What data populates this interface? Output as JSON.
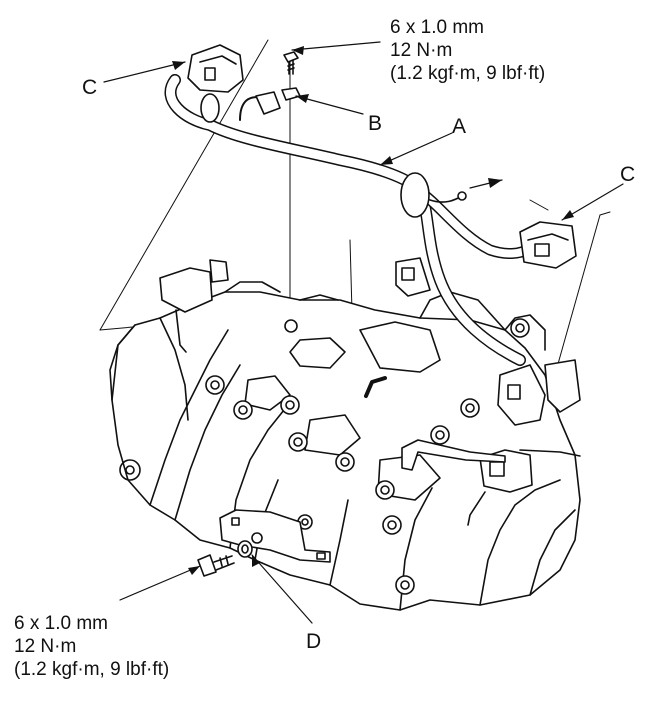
{
  "spec_top": {
    "size": "6 x 1.0 mm",
    "torque": "12 N·m",
    "alt": "(1.2 kgf·m, 9 lbf·ft)"
  },
  "spec_bottom": {
    "size": "6 x 1.0 mm",
    "torque": "12 N·m",
    "alt": "(1.2 kgf·m, 9 lbf·ft)"
  },
  "callouts": {
    "a": "A",
    "b": "B",
    "c_left": "C",
    "c_right": "C",
    "d": "D"
  },
  "colors": {
    "line": "#111111",
    "fill": "#ffffff",
    "shade": "#dcdcdc"
  }
}
